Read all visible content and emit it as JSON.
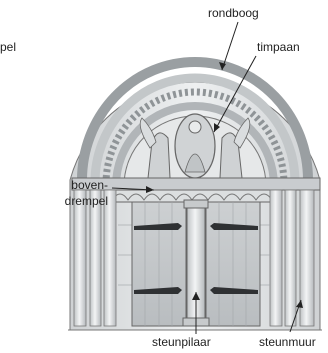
{
  "labels": {
    "left_fragment": "pel",
    "rondboog": "rondboog",
    "timpaan": "timpaan",
    "bovendrempel_line1": "boven-",
    "bovendrempel_line2": "drempel",
    "steunpilaar": "steunpilaar",
    "steunmuur": "steunmuur"
  },
  "colors": {
    "stone": "#e4e6e7",
    "stone_dark": "#b8bcbf",
    "wood": "#c8cbcd",
    "outline": "#555555",
    "ink": "#222222"
  }
}
